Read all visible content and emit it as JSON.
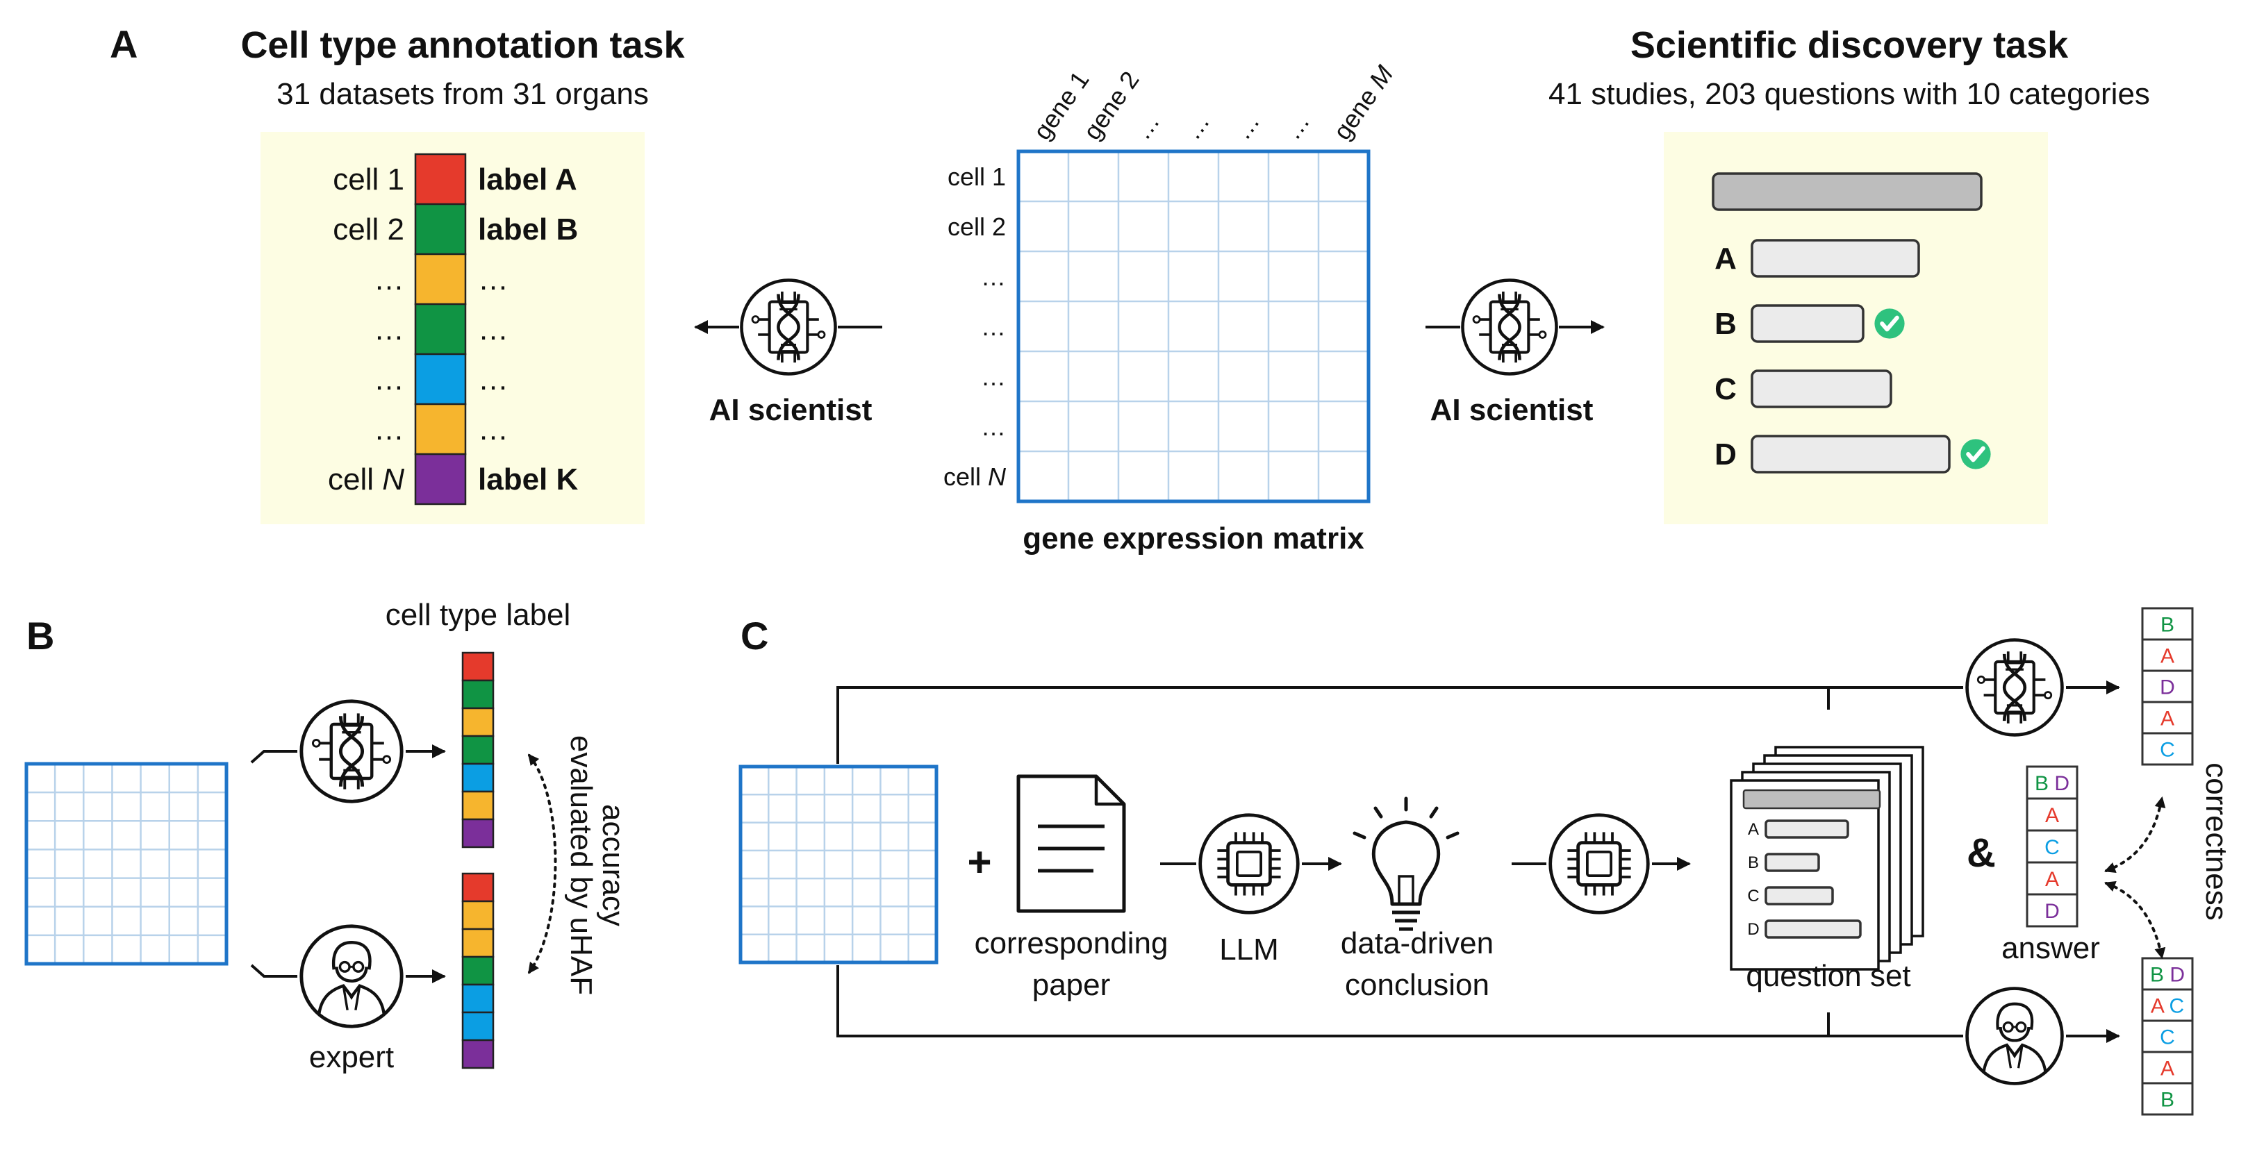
{
  "panels": {
    "a": "A",
    "b": "B",
    "c": "C"
  },
  "panel_a": {
    "left_title": "Cell type annotation task",
    "left_subtitle": "31 datasets from 31 organs",
    "right_title": "Scientific discovery task",
    "right_subtitle": "41 studies, 203 questions with 10 categories",
    "cell_rows": [
      {
        "cell": "cell 1",
        "label": "label A",
        "color": "#e53a2c"
      },
      {
        "cell": "cell 2",
        "label": "label B",
        "color": "#109444"
      },
      {
        "cell": "…",
        "label": "…",
        "color": "#f6b52e"
      },
      {
        "cell": "…",
        "label": "…",
        "color": "#109444"
      },
      {
        "cell": "…",
        "label": "…",
        "color": "#0b9ee3"
      },
      {
        "cell": "…",
        "label": "…",
        "color": "#f6b52e"
      },
      {
        "cell": "cell N",
        "label": "label K",
        "color": "#7b2f9a"
      }
    ],
    "cell_n_prefix": "cell ",
    "cell_n_italic": "N",
    "genes": [
      "gene 1",
      "gene 2",
      "…",
      "…",
      "…",
      "…"
    ],
    "gene_m_prefix": "gene ",
    "gene_m_italic": "M",
    "matrix_rows": [
      "cell 1",
      "cell 2",
      "…",
      "…",
      "…",
      "…"
    ],
    "matrix_label": "gene expression matrix",
    "ai_label": "AI scientist",
    "options": [
      "A",
      "B",
      "C",
      "D"
    ]
  },
  "panel_b": {
    "top_label": "cell type label",
    "expert_label": "expert",
    "accuracy_line1": "accuracy",
    "accuracy_line2": "evaluated by uHAF",
    "ai_colors": [
      "#e53a2c",
      "#109444",
      "#f6b52e",
      "#109444",
      "#0b9ee3",
      "#f6b52e",
      "#7b2f9a"
    ],
    "expert_colors": [
      "#e53a2c",
      "#f6b52e",
      "#f6b52e",
      "#109444",
      "#0b9ee3",
      "#0b9ee3",
      "#7b2f9a"
    ]
  },
  "panel_c": {
    "plus": "+",
    "paper_line1": "corresponding",
    "paper_line2": "paper",
    "llm_label": "LLM",
    "conclusion_line1": "data-driven",
    "conclusion_line2": "conclusion",
    "question_set_label": "question set",
    "amp": "&",
    "answer_label": "answer",
    "correctness_label": "correctness",
    "qs_options": [
      "A",
      "B",
      "C",
      "D"
    ],
    "ai_answers": [
      [
        {
          "t": "B",
          "c": "#109444"
        }
      ],
      [
        {
          "t": "A",
          "c": "#e53a2c"
        }
      ],
      [
        {
          "t": "D",
          "c": "#7b2f9a"
        }
      ],
      [
        {
          "t": "A",
          "c": "#e53a2c"
        }
      ],
      [
        {
          "t": "C",
          "c": "#0b9ee3"
        }
      ]
    ],
    "true_answers": [
      [
        {
          "t": "B",
          "c": "#109444"
        },
        {
          "t": "D",
          "c": "#7b2f9a"
        }
      ],
      [
        {
          "t": "A",
          "c": "#e53a2c"
        }
      ],
      [
        {
          "t": "C",
          "c": "#0b9ee3"
        }
      ],
      [
        {
          "t": "A",
          "c": "#e53a2c"
        }
      ],
      [
        {
          "t": "D",
          "c": "#7b2f9a"
        }
      ]
    ],
    "expert_answers": [
      [
        {
          "t": "B",
          "c": "#109444"
        },
        {
          "t": "D",
          "c": "#7b2f9a"
        }
      ],
      [
        {
          "t": "A",
          "c": "#e53a2c"
        },
        {
          "t": "C",
          "c": "#0b9ee3"
        }
      ],
      [
        {
          "t": "C",
          "c": "#0b9ee3"
        }
      ],
      [
        {
          "t": "A",
          "c": "#e53a2c"
        }
      ],
      [
        {
          "t": "B",
          "c": "#109444"
        }
      ]
    ]
  },
  "colors": {
    "yellow_bg": "#fdfde3",
    "matrix_border": "#1f75c8",
    "grid": "#b8d2ea",
    "check": "#2ec27e"
  },
  "icons": {
    "ai": "dna-chip-icon",
    "llm": "chip-icon",
    "expert": "scientist-icon",
    "paper": "document-icon",
    "bulb": "lightbulb-icon",
    "check": "checkmark-icon"
  }
}
